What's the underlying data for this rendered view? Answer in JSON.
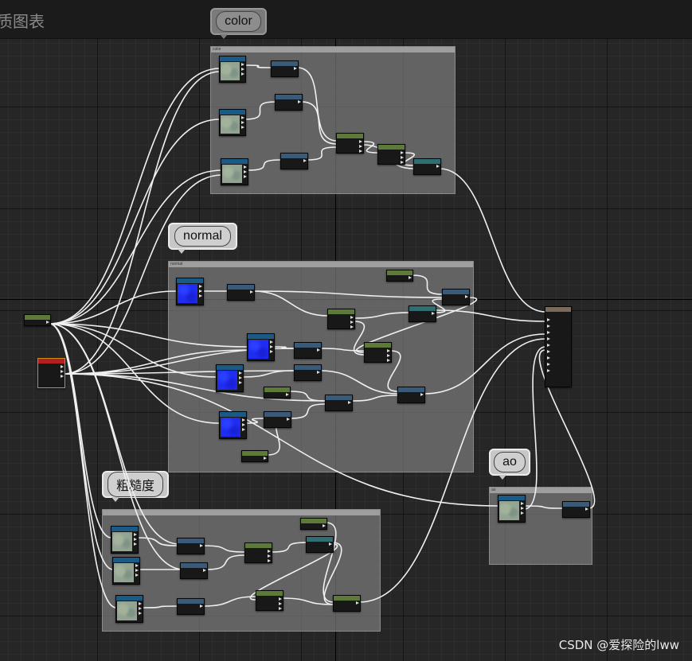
{
  "window": {
    "title": "质图表"
  },
  "comments": [
    {
      "id": "color",
      "label": "color",
      "header": "color"
    },
    {
      "id": "normal",
      "label": "normal",
      "header": "normal"
    },
    {
      "id": "rough",
      "label": "粗糙度",
      "header": ""
    },
    {
      "id": "ao",
      "label": "ao",
      "header": "ao"
    }
  ],
  "colors": {
    "canvas": "#262626",
    "wire": "#f0f0f0",
    "param_header": "#5d7a3a",
    "math_header": "#3a5a7a",
    "texture_header": "#1b5a85",
    "selected_node_border": "#d38a18",
    "output_header": "#7a6a5a"
  },
  "watermark": "CSDN @爱探险的lww"
}
